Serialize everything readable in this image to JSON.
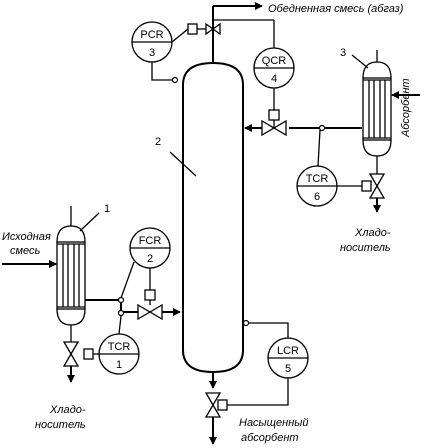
{
  "stream_labels": {
    "top_outlet": "Обедненная смесь (абгаз)",
    "absorbent_in": "Абсорбент",
    "feed_line1": "Исходная",
    "feed_line2": "смесь",
    "coolant_left_line1": "Хладо-",
    "coolant_left_line2": "носитель",
    "coolant_right_line1": "Хладо-",
    "coolant_right_line2": "носитель",
    "bottom_line1": "Насыщенный",
    "bottom_line2": "абсорбент"
  },
  "equipment_numbers": {
    "column": "2",
    "left_cooler": "1",
    "right_cooler": "3"
  },
  "instruments": [
    {
      "tag": "PCR",
      "num": "3"
    },
    {
      "tag": "QCR",
      "num": "4"
    },
    {
      "tag": "FCR",
      "num": "2"
    },
    {
      "tag": "TCR",
      "num": "6"
    },
    {
      "tag": "TCR",
      "num": "1"
    },
    {
      "tag": "LCR",
      "num": "5"
    }
  ]
}
